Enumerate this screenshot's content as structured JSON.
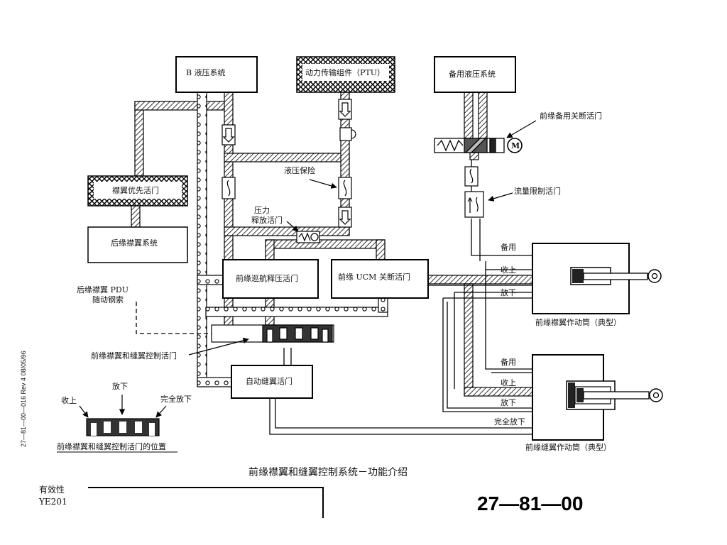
{
  "boxes": {
    "b_hydraulic": "B 液压系统",
    "ptu": "动力传输组件（PTU）",
    "standby_hydraulic": "备用液压系统",
    "flap_priority_valve": "襟翼优先活门",
    "te_flap_system": "后缘襟翼系统",
    "le_cruise_relief_valve": "前缘巡航释压活门",
    "le_ucm_shutoff_valve": "前缘 UCM 关断活门",
    "auto_slat_valve": "自动缝翼活门"
  },
  "labels": {
    "le_standby_shutoff_valve": "前缘备用关断活门",
    "flow_limit_valve": "流量限制活门",
    "hydraulic_fuse": "液压保险",
    "pressure_relief_valve_l1": "压力",
    "pressure_relief_valve_l2": "释放活门",
    "te_pdu_cable_l1": "后缘襟翼 PDU",
    "te_pdu_cable_l2": "随动钢索",
    "le_control_valve": "前缘襟翼和缝翼控制活门",
    "motor": "M",
    "flap_actuator": "前缘襟翼作动筒（典型）",
    "slat_actuator": "前缘缝翼作动筒（典型）",
    "flap_port_standby": "备用",
    "flap_port_retract": "收上",
    "flap_port_extend": "放下",
    "slat_port_standby": "备用",
    "slat_port_retract": "收上",
    "slat_port_extend": "放下",
    "slat_port_full_extend": "完全放下"
  },
  "legend": {
    "retract": "收上",
    "extend": "放下",
    "full_extend": "完全放下",
    "caption": "前缘襟翼和缝翼控制活门的位置"
  },
  "title": "前缘襟翼和缝翼控制系统－功能介绍",
  "footer": {
    "effectivity_label": "有效性",
    "effectivity_value": "YE201",
    "doc_number": "27—81—00"
  },
  "side_note": "27—81—00—016 Rev 4 08/05/96"
}
